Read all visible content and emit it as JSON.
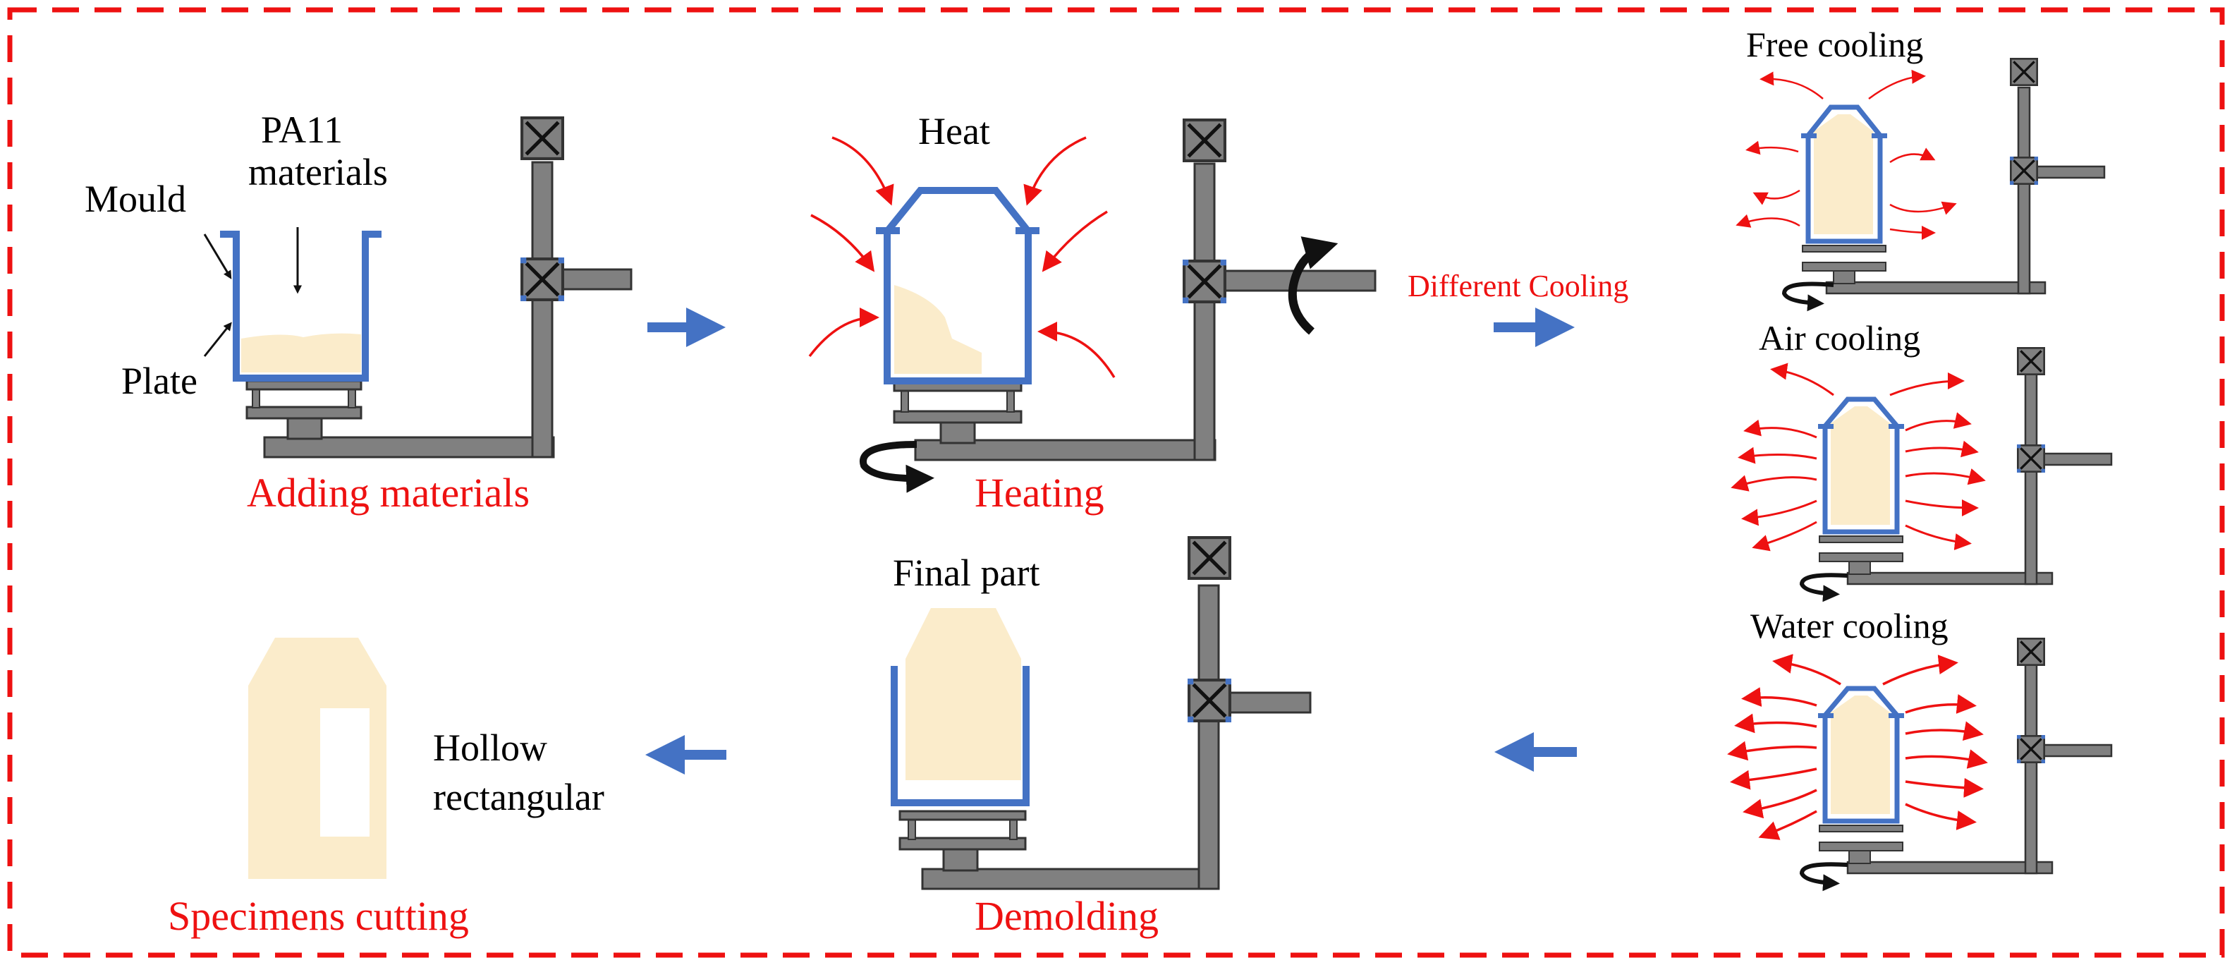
{
  "colors": {
    "border": "#ee1111",
    "mould": "#4472c4",
    "material": "#fbeccb",
    "pipe": "#808080",
    "outline": "#333333",
    "heat_arrow": "#ee1111",
    "process_arrow": "#4472c4",
    "label_red": "#ee1111",
    "label_black": "#000000"
  },
  "stage1": {
    "caption": "Adding materials",
    "mould_label": "Mould",
    "material_label_1": "PA11",
    "material_label_2": "materials",
    "plate_label": "Plate"
  },
  "stage2": {
    "caption": "Heating",
    "heat_label": "Heat"
  },
  "cooling": {
    "caption": "Different  Cooling",
    "free": "Free cooling",
    "air": "Air cooling",
    "water": "Water cooling"
  },
  "stage4": {
    "caption": "Demolding",
    "part_label": "Final part"
  },
  "stage5": {
    "caption": "Specimens cutting",
    "shape_line_1": "Hollow",
    "shape_line_2": "rectangular"
  },
  "icons": [
    "valve-icon",
    "rotation-arrow-icon",
    "heat-arrow-icon",
    "flow-arrow-icon"
  ]
}
